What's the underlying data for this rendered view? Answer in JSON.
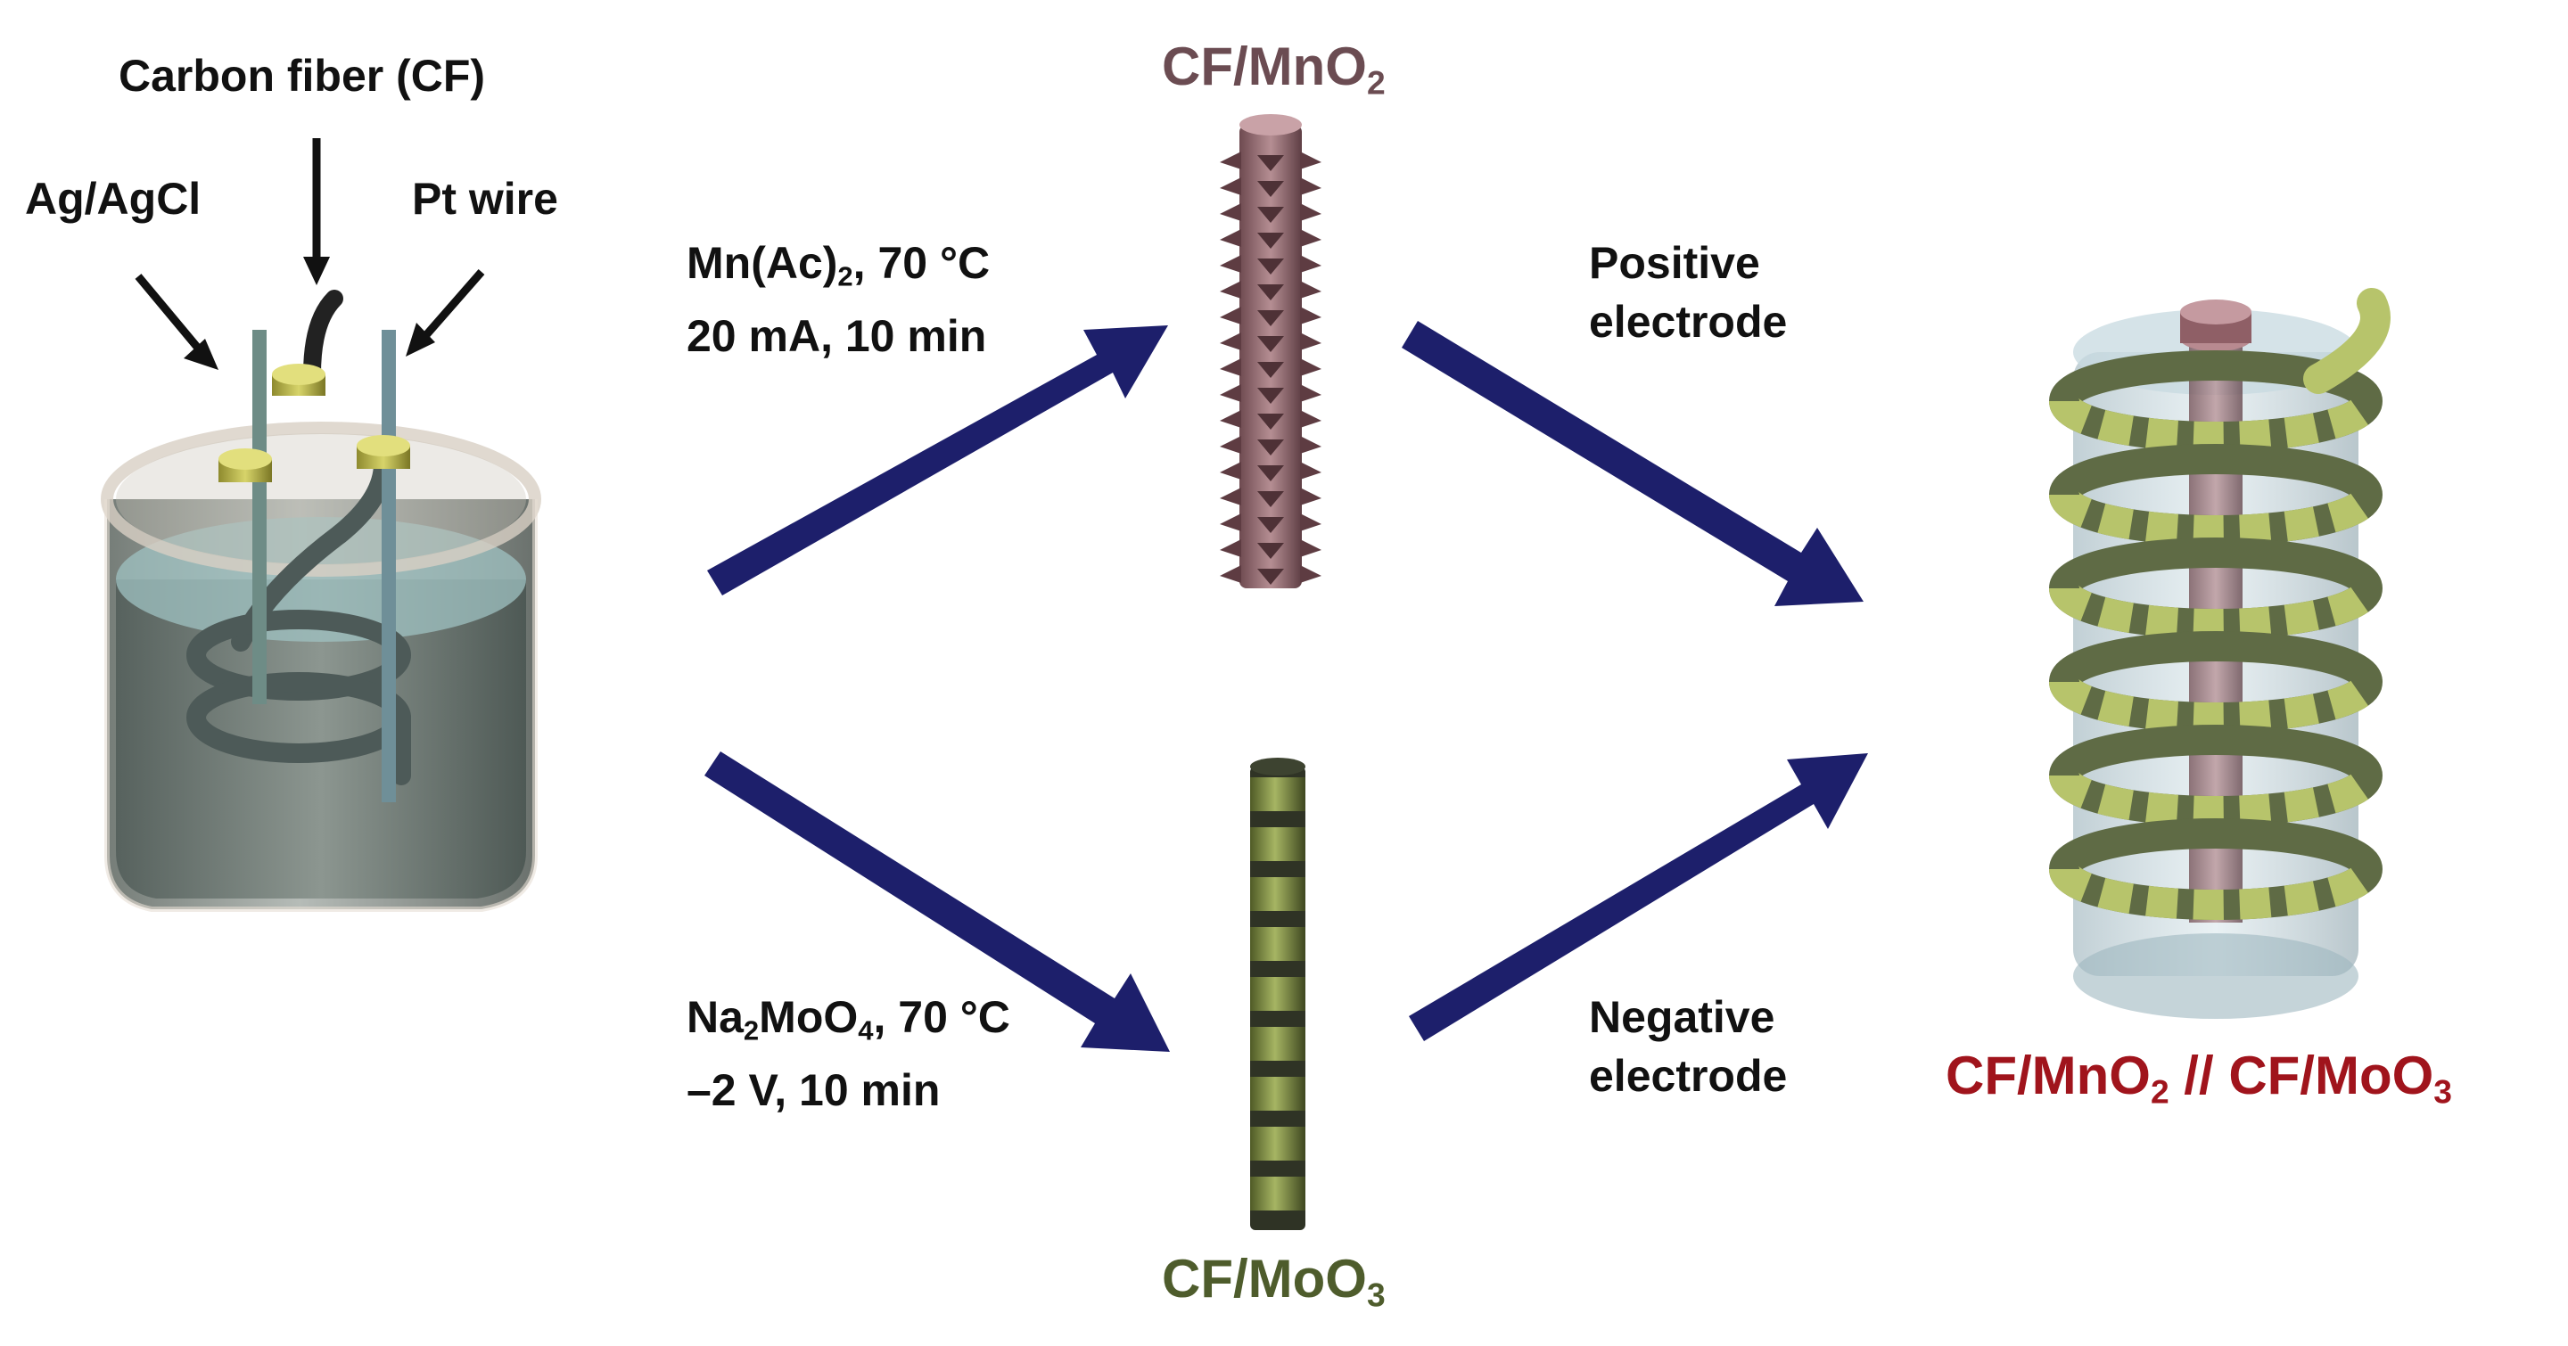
{
  "setup": {
    "carbon_fiber_label": "Carbon fiber (CF)",
    "ag_agcl_label": "Ag/AgCl",
    "pt_wire_label": "Pt wire"
  },
  "top_route": {
    "line1_a": "Mn(Ac)",
    "line1_sub": "2",
    "line1_b": ", 70 °C",
    "line2": "20 mA, 10 min"
  },
  "bottom_route": {
    "line1_a": "Na",
    "line1_sub1": "2",
    "line1_b": "MoO",
    "line1_sub2": "4",
    "line1_c": ", 70 °C",
    "line2": "–2 V, 10 min"
  },
  "products": {
    "mno2": {
      "prefix": "CF/MnO",
      "sub": "2",
      "color": "#6b4c52"
    },
    "moo3": {
      "prefix": "CF/MoO",
      "sub": "3",
      "color": "#4e5c2c"
    }
  },
  "electrodes": {
    "positive_line1": "Positive",
    "positive_line2": "electrode",
    "negative_line1": "Negative",
    "negative_line2": "electrode"
  },
  "device": {
    "part1": "CF/MnO",
    "sub1": "2",
    "part2": " // CF/MoO",
    "sub2": "3",
    "color": "#a0141c"
  },
  "colors": {
    "arrow": "#1d1f6b",
    "cf_mno2_body": "#9a7278",
    "cf_moo3_band": "#8a9a4e",
    "cf_moo3_gap": "#2f3325",
    "electrolyte": "#7fa4a6"
  }
}
